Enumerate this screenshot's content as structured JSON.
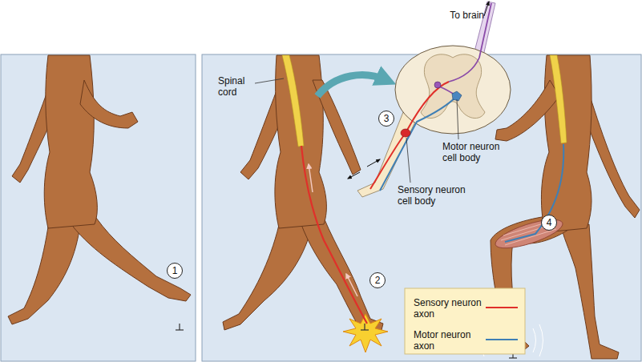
{
  "diagram": {
    "nodes": [
      {
        "text": [
          "1"
        ]
      },
      {
        "text": [
          "2"
        ]
      },
      {
        "text": [
          "3"
        ]
      },
      {
        "text": [
          "4"
        ]
      }
    ],
    "labels": [
      "To brain",
      "Spinal cord",
      "Motor neuron cell body",
      "Sensory neuron cell body"
    ],
    "legend": [
      {
        "text": "Sensory neuron axon"
      },
      {
        "text": "Motor neuron axon"
      }
    ]
  }
}
